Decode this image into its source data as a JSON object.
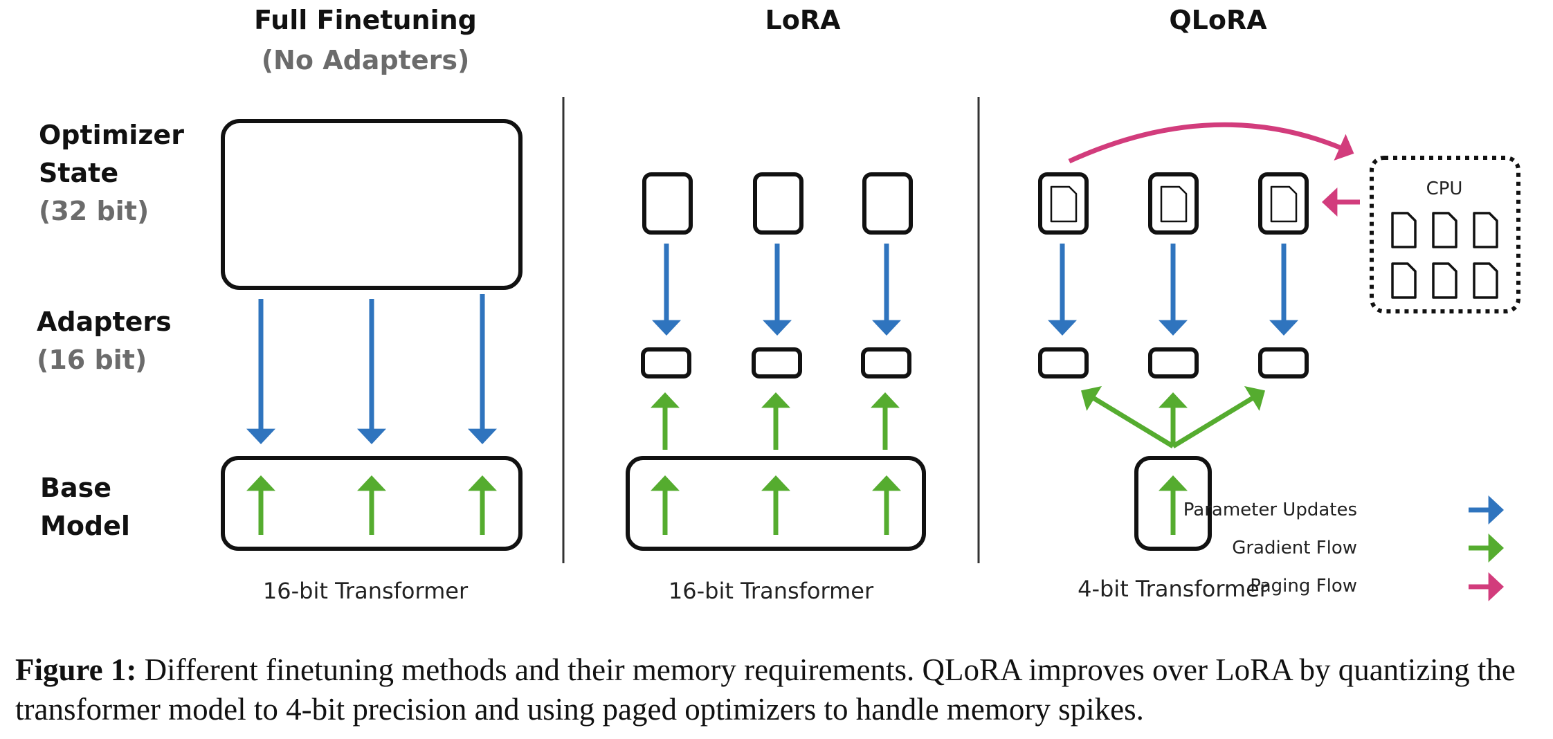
{
  "columns": {
    "full": {
      "title": "Full Finetuning",
      "subtitle": "(No Adapters)",
      "footer": "16-bit Transformer"
    },
    "lora": {
      "title": "LoRA",
      "footer": "16-bit Transformer"
    },
    "qlora": {
      "title": "QLoRA",
      "footer": "4-bit Transformer"
    }
  },
  "rows": {
    "optimizer": {
      "line1": "Optimizer",
      "line2": "State",
      "detail": "(32 bit)"
    },
    "adapters": {
      "line1": "Adapters",
      "detail": "(16 bit)"
    },
    "base": {
      "line1": "Base",
      "line2": "Model"
    }
  },
  "cpu_label": "CPU",
  "legend": [
    {
      "label": "Parameter Updates",
      "color": "#2f74be"
    },
    {
      "label": "Gradient Flow",
      "color": "#55ac2f"
    },
    {
      "label": "Paging Flow",
      "color": "#d23c7c"
    }
  ],
  "colors": {
    "parameter_updates": "#2f74be",
    "gradient_flow": "#55ac2f",
    "paging_flow": "#d23c7c",
    "box_stroke": "#111111"
  },
  "caption": {
    "label": "Figure 1:",
    "text": "Different finetuning methods and their memory requirements. QLoRA improves over LoRA by quantizing the transformer model to 4-bit precision and using paged optimizers to handle memory spikes."
  }
}
